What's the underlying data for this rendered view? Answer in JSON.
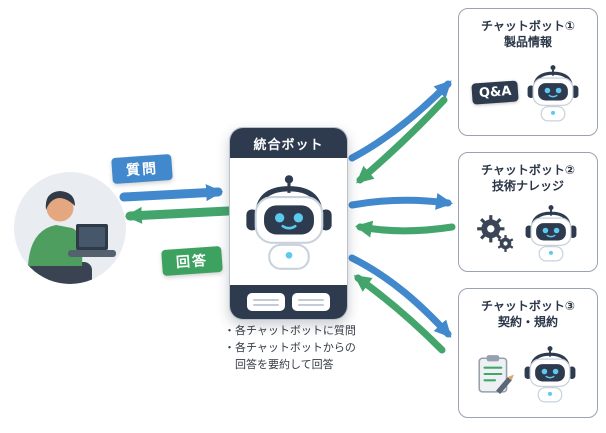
{
  "diagram": {
    "question_label": "質問",
    "answer_label": "回答"
  },
  "center": {
    "title": "統合ボット",
    "notes": [
      "・各チャットボットに質問",
      "・各チャットボットからの",
      "　回答を要約して回答"
    ]
  },
  "bots": [
    {
      "title": "チャットボット①",
      "subtitle": "製品情報",
      "badge": "Q&A"
    },
    {
      "title": "チャットボット②",
      "subtitle": "技術ナレッジ"
    },
    {
      "title": "チャットボット③",
      "subtitle": "契約・規約"
    }
  ],
  "colors": {
    "navy": "#2e3a4e",
    "question_blue": "#4189cc",
    "answer_green": "#43a56c",
    "robot_face_accent": "#5bc9f0"
  }
}
